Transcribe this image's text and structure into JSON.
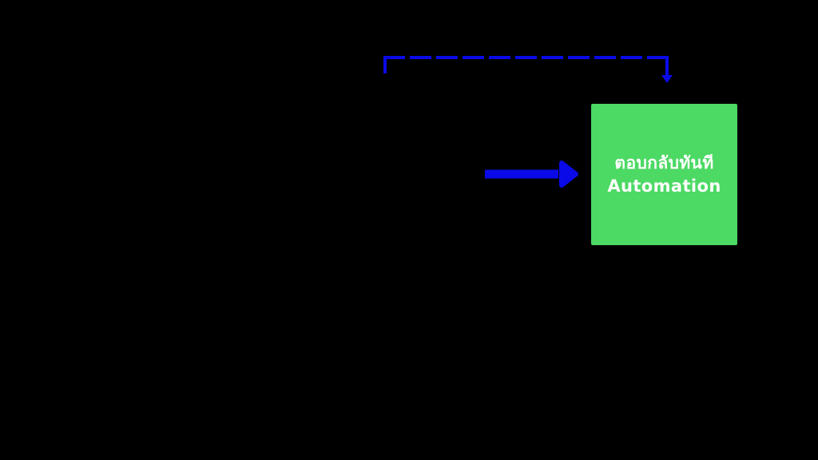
{
  "canvas": {
    "background": "#000000"
  },
  "colors": {
    "arrow": "#0A0AE8",
    "node_bg": "#4CD964",
    "node_text": "#ffffff"
  },
  "node": {
    "title_thai": "ตอบกลับทันที",
    "title_english": "Automation"
  },
  "icons": {
    "loop_arrow": "dashed-elbow-down-arrow",
    "flow_arrow": "solid-right-arrow"
  }
}
